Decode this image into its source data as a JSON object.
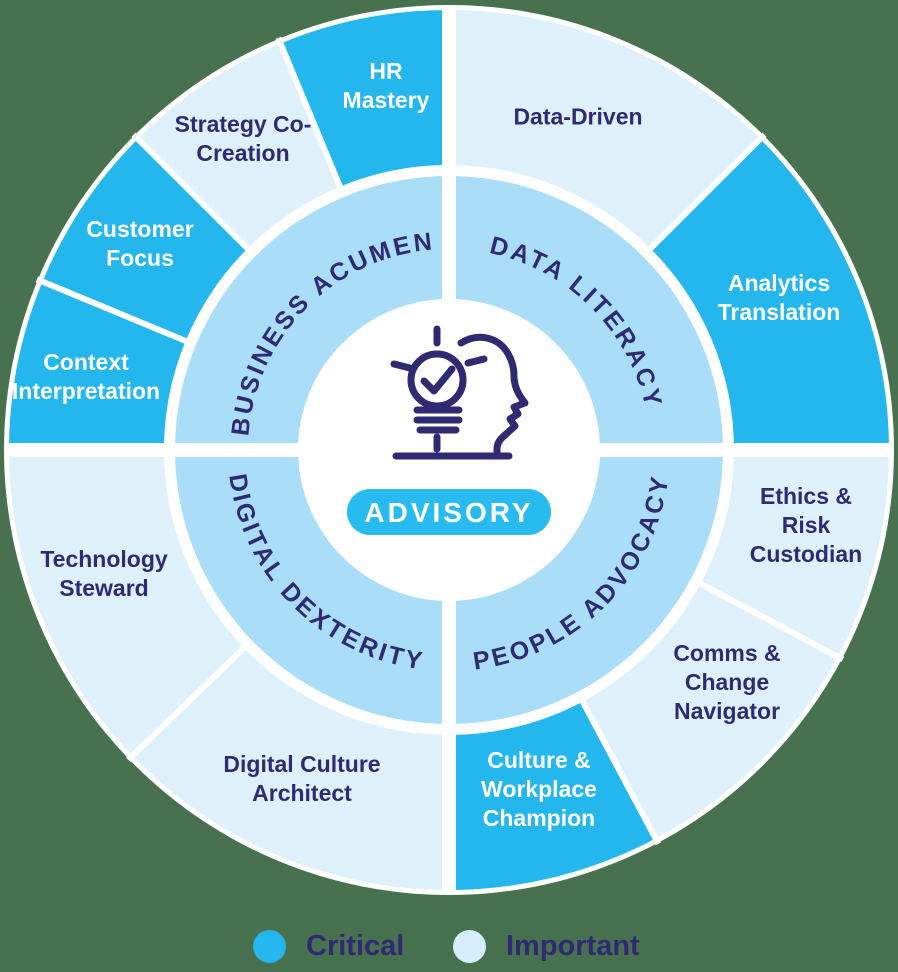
{
  "page": {
    "background_color": "#48714F"
  },
  "colors": {
    "critical": "#23B7EE",
    "important": "#DEF1FB",
    "inner_ring": "#A9DDF8",
    "navy_text": "#2F2A72",
    "pill": "#27BBF0",
    "background": "#48714F"
  },
  "center": {
    "icon": "head-lightbulb-check-icon",
    "pill_label": "ADVISORY"
  },
  "quadrants": [
    {
      "id": "business-acumen",
      "label": "BUSINESS ACUMEN"
    },
    {
      "id": "data-literacy",
      "label": "DATA LITERACY"
    },
    {
      "id": "digital-dexterity",
      "label": "DIGITAL DEXTERITY"
    },
    {
      "id": "people-advocacy",
      "label": "PEOPLE ADVOCACY"
    }
  ],
  "segments": [
    {
      "id": "data-driven",
      "label": "Data-Driven",
      "quadrant": "data-literacy",
      "level": "important"
    },
    {
      "id": "analytics-translation",
      "label": "Analytics Translation",
      "quadrant": "data-literacy",
      "level": "critical"
    },
    {
      "id": "ethics-risk-custodian",
      "label": "Ethics & Risk Custodian",
      "quadrant": "people-advocacy",
      "level": "important"
    },
    {
      "id": "comms-change-navigator",
      "label": "Comms & Change Navigator",
      "quadrant": "people-advocacy",
      "level": "important"
    },
    {
      "id": "culture-workplace-champion",
      "label": "Culture & Workplace Champion",
      "quadrant": "people-advocacy",
      "level": "critical"
    },
    {
      "id": "digital-culture-architect",
      "label": "Digital Culture Architect",
      "quadrant": "digital-dexterity",
      "level": "important"
    },
    {
      "id": "technology-steward",
      "label": "Technology Steward",
      "quadrant": "digital-dexterity",
      "level": "important"
    },
    {
      "id": "context-interpretation",
      "label": "Context Interpretation",
      "quadrant": "business-acumen",
      "level": "critical"
    },
    {
      "id": "customer-focus",
      "label": "Customer Focus",
      "quadrant": "business-acumen",
      "level": "critical"
    },
    {
      "id": "strategy-co-creation",
      "label": "Strategy Co-Creation",
      "quadrant": "business-acumen",
      "level": "important"
    },
    {
      "id": "hr-mastery",
      "label": "HR Mastery",
      "quadrant": "business-acumen",
      "level": "critical"
    }
  ],
  "legend": {
    "items": [
      {
        "label": "Critical",
        "level": "critical"
      },
      {
        "label": "Important",
        "level": "important"
      }
    ]
  }
}
